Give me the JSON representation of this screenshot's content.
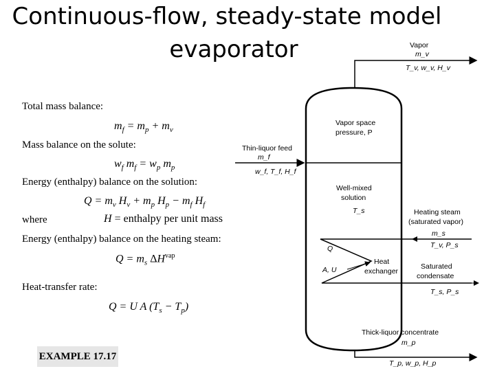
{
  "title": {
    "line1": "Continuous-flow, steady-state model",
    "line2": "evaporator"
  },
  "equations": {
    "total_mass_label": "Total mass balance:",
    "total_mass_eq": "m_f = m_p + m_v",
    "solute_label": "Mass balance on the solute:",
    "solute_eq": "w_f m_f = w_p m_p",
    "energy_solution_label": "Energy (enthalpy) balance on the solution:",
    "energy_solution_eq": "Q = m_v H_v + m_p H_p − m_f H_f",
    "where_label": "where",
    "where_eq": "H = enthalpy per unit mass",
    "energy_steam_label": "Energy (enthalpy) balance on the heating steam:",
    "energy_steam_eq": "Q = m_s ΔH^vap",
    "heat_transfer_label": "Heat-transfer rate:",
    "heat_transfer_eq": "Q = U A (T_s − T_p)"
  },
  "example_label": "EXAMPLE 17.17",
  "diagram": {
    "vapor": {
      "label": "Vapor",
      "flow": "m_v",
      "props": "T_v, w_v, H_v"
    },
    "vapor_space": {
      "line1": "Vapor space",
      "line2": "pressure, P"
    },
    "feed": {
      "label": "Thin-liquor feed",
      "flow": "m_f",
      "props": "w_f, T_f, H_f"
    },
    "solution": {
      "line1": "Well-mixed",
      "line2": "solution",
      "temp": "T_s"
    },
    "steam": {
      "line1": "Heating steam",
      "line2": "(saturated vapor)",
      "flow": "m_s",
      "props": "T_v, P_s"
    },
    "exchanger": {
      "q": "Q",
      "au": "A, U",
      "line1": "Heat",
      "line2": "exchanger"
    },
    "condensate": {
      "line1": "Saturated",
      "line2": "condensate",
      "props": "T_s, P_s"
    },
    "concentrate": {
      "label": "Thick-liquor concentrate",
      "flow": "m_p",
      "props": "T_p, w_p, H_p"
    }
  }
}
